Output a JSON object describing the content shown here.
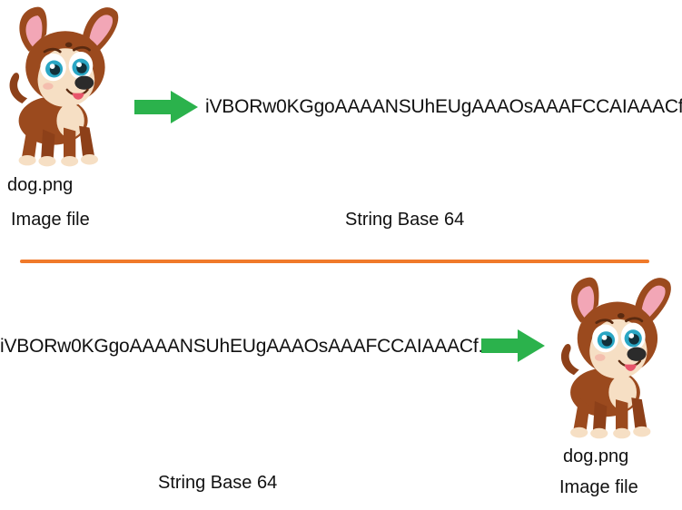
{
  "top": {
    "dog_filename": "dog.png",
    "image_caption": "Image file",
    "base64_string": "iVBORw0KGgoAAAANSUhEUgAAAOsAAAFCCAIAAACf...",
    "string_caption": "String Base 64"
  },
  "bottom": {
    "base64_string": "iVBORw0KGgoAAAANSUhEUgAAAOsAAAFCCAIAAACf...",
    "string_caption": "String Base 64",
    "dog_filename": "dog.png",
    "image_caption": "Image file"
  },
  "colors": {
    "arrow": "#2bb24c",
    "divider": "#f07a2a",
    "dog_fur": "#9b4a1e",
    "dog_light": "#f6dfc4",
    "dog_ear_inner": "#f2a6b6"
  },
  "icons": {
    "dog": "cartoon-puppy",
    "arrow": "right-arrow"
  }
}
